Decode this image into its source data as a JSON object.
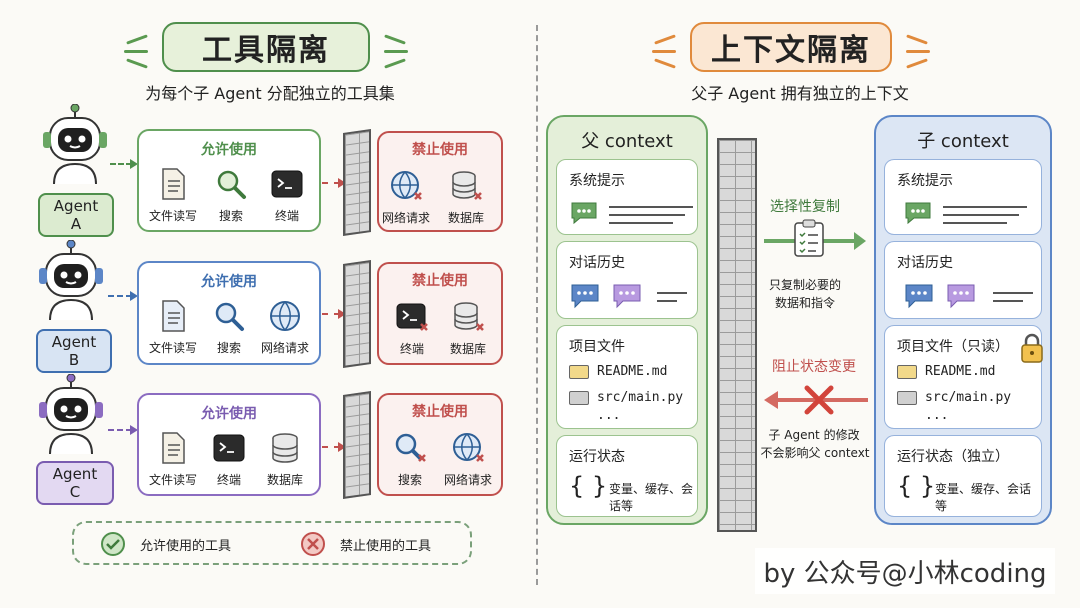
{
  "left": {
    "title": "工具隔离",
    "subtitle": "为每个子 Agent 分配独立的工具集",
    "agents": [
      {
        "name": "Agent A",
        "allowed_title": "允许使用",
        "allowed": [
          "文件读写",
          "搜索",
          "终端"
        ],
        "denied_title": "禁止使用",
        "denied": [
          "网络请求",
          "数据库"
        ],
        "accent": "#4f8f4c"
      },
      {
        "name": "Agent B",
        "allowed_title": "允许使用",
        "allowed": [
          "文件读写",
          "搜索",
          "网络请求"
        ],
        "denied_title": "禁止使用",
        "denied": [
          "终端",
          "数据库"
        ],
        "accent": "#3f6fb0"
      },
      {
        "name": "Agent C",
        "allowed_title": "允许使用",
        "allowed": [
          "文件读写",
          "终端",
          "数据库"
        ],
        "denied_title": "禁止使用",
        "denied": [
          "搜索",
          "网络请求"
        ],
        "accent": "#7a5cb0"
      }
    ],
    "legend": {
      "allowed": "允许使用的工具",
      "denied": "禁止使用的工具"
    }
  },
  "right": {
    "title": "上下文隔离",
    "subtitle": "父子 Agent 拥有独立的上下文",
    "parent": {
      "title": "父 context",
      "system": "系统提示",
      "history": "对话历史",
      "files_title": "项目文件",
      "files": [
        "README.md",
        "src/main.py",
        "..."
      ],
      "state_title": "运行状态",
      "state": "变量、缓存、会话等"
    },
    "child": {
      "title": "子 context",
      "system": "系统提示",
      "history": "对话历史",
      "files_title": "项目文件（只读）",
      "files": [
        "README.md",
        "src/main.py",
        "..."
      ],
      "state_title": "运行状态（独立）",
      "state": "变量、缓存、会话等"
    },
    "copy": {
      "title": "选择性复制",
      "desc1": "只复制必要的",
      "desc2": "数据和指令"
    },
    "block": {
      "title": "阻止状态变更",
      "desc1": "子 Agent 的修改",
      "desc2": "不会影响父 context"
    }
  },
  "watermark": "by 公众号@小林coding",
  "colors": {
    "green": "#4f8f4c",
    "red": "#c0504d",
    "blue": "#3f6fb0",
    "purple": "#7a5cb0",
    "title_green": "#e7f1da",
    "title_orange": "#fbe7d3"
  }
}
